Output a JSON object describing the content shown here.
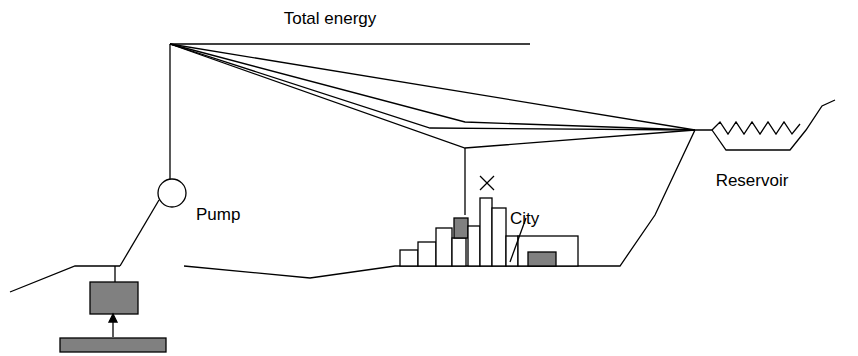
{
  "diagram": {
    "labels": [
      "Total energy",
      "Pump",
      "City",
      "Reservoir"
    ]
  }
}
